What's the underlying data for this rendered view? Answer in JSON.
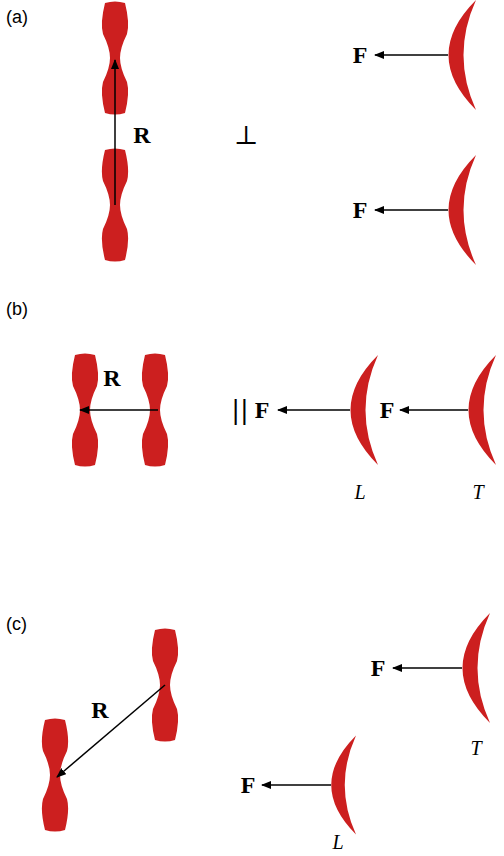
{
  "diagram": {
    "labels": [
      "(a)",
      "R",
      "⊥",
      "F",
      "F",
      "(b)",
      "R",
      "||",
      "F",
      "F",
      "L",
      "T",
      "(c)",
      "R",
      "F",
      "T",
      "F",
      "L"
    ]
  }
}
